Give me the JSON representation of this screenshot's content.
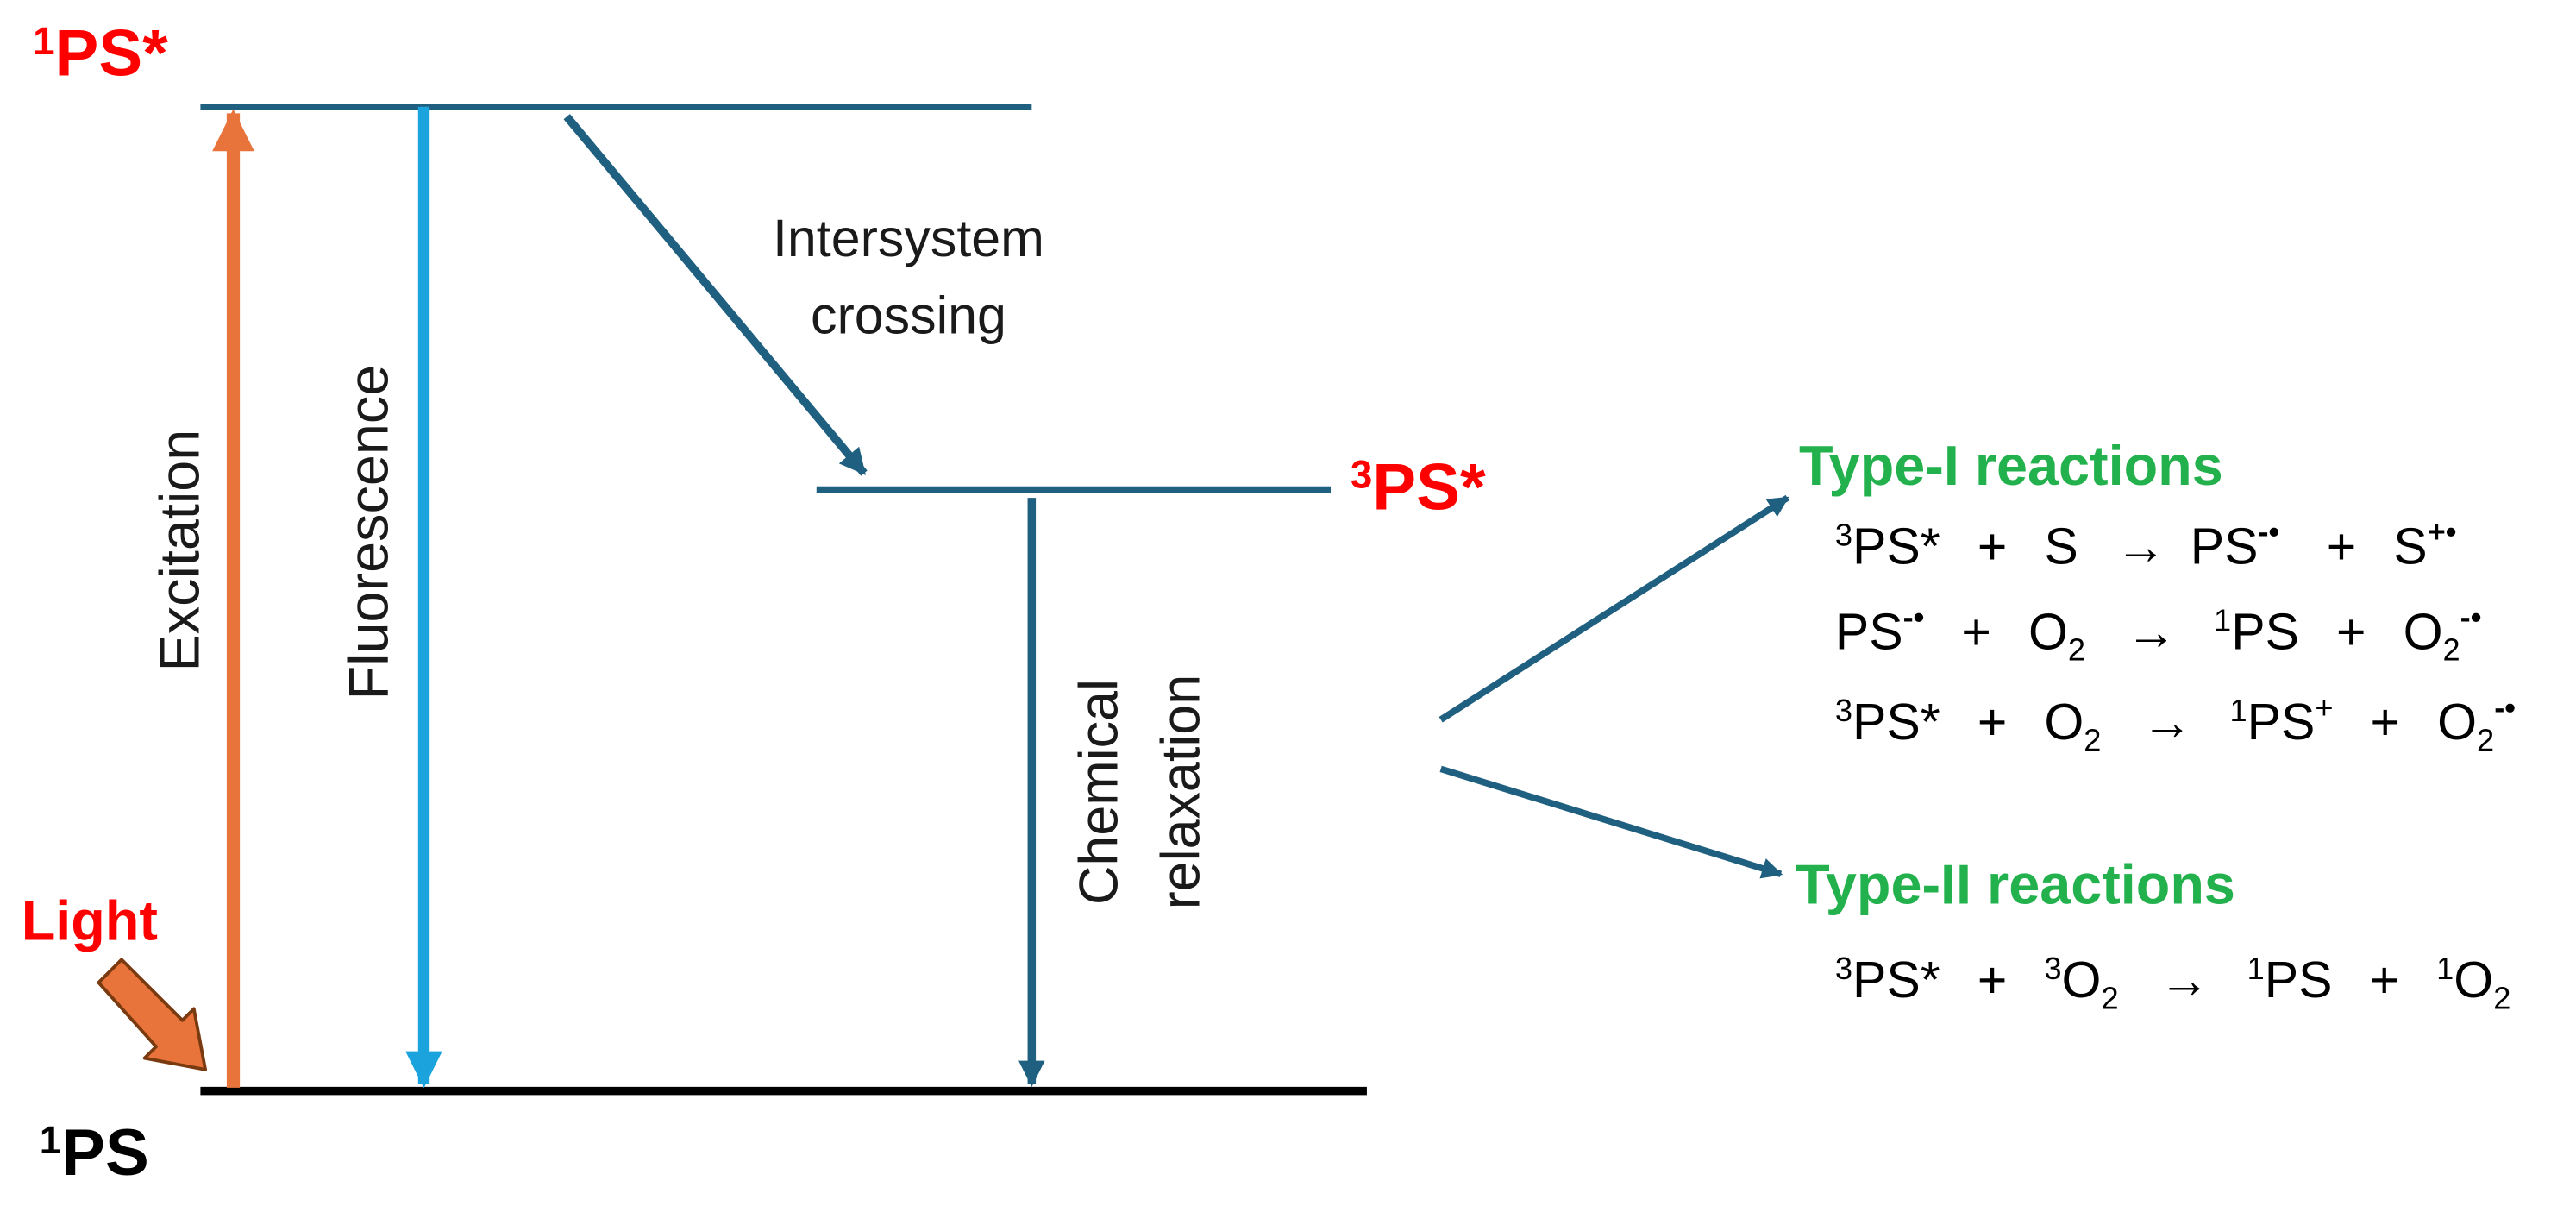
{
  "states": {
    "singlet_excited": {
      "sup": "1",
      "name": "PS*"
    },
    "triplet_excited": {
      "sup": "3",
      "name": "PS*"
    },
    "ground": {
      "sup": "1",
      "name": "PS"
    }
  },
  "processes": {
    "excitation": "Excitation",
    "fluorescence": "Fluorescence",
    "isc_line1": "Intersystem",
    "isc_line2": "crossing",
    "chem_line1": "Chemical",
    "chem_line2": "relaxation",
    "light": "Light"
  },
  "type1": {
    "title": "Type-I reactions",
    "eq1": {
      "a_sup": "3",
      "a": "PS*",
      "plus1": "+",
      "b": "S",
      "arrow": "→",
      "c": "PS",
      "c_sup": "-•",
      "plus2": "+",
      "d": "S",
      "d_sup": "+•"
    },
    "eq2": {
      "a": "PS",
      "a_sup": "-•",
      "plus1": "+",
      "b": "O",
      "b_sub": "2",
      "arrow": "→",
      "c_sup": "1",
      "c": "PS",
      "plus2": "+",
      "d": "O",
      "d_sub": "2",
      "d_sup": "-•"
    },
    "eq3": {
      "a_sup": "3",
      "a": "PS*",
      "plus1": "+",
      "b": "O",
      "b_sub": "2",
      "arrow": "→",
      "c_sup": "1",
      "c": "PS",
      "c_sup2": "+",
      "plus2": "+",
      "d": "O",
      "d_sub": "2",
      "d_sup": "-•"
    }
  },
  "type2": {
    "title": "Type-II reactions",
    "eq1": {
      "a_sup": "3",
      "a": "PS*",
      "plus1": "+",
      "b_sup": "3",
      "b": "O",
      "b_sub": "2",
      "arrow": "→",
      "c_sup": "1",
      "c": "PS",
      "plus2": "+",
      "d_sup": "1",
      "d": "O",
      "d_sub": "2"
    }
  },
  "colors": {
    "level_line": "#1f5f7f",
    "ground_line": "#000000",
    "excitation_arrow": "#e8743b",
    "fluorescence_arrow": "#1aa3dc",
    "dark_arrow": "#1f5f7f",
    "state_label_red": "#ff0000",
    "reaction_title_green": "#22b14c"
  }
}
